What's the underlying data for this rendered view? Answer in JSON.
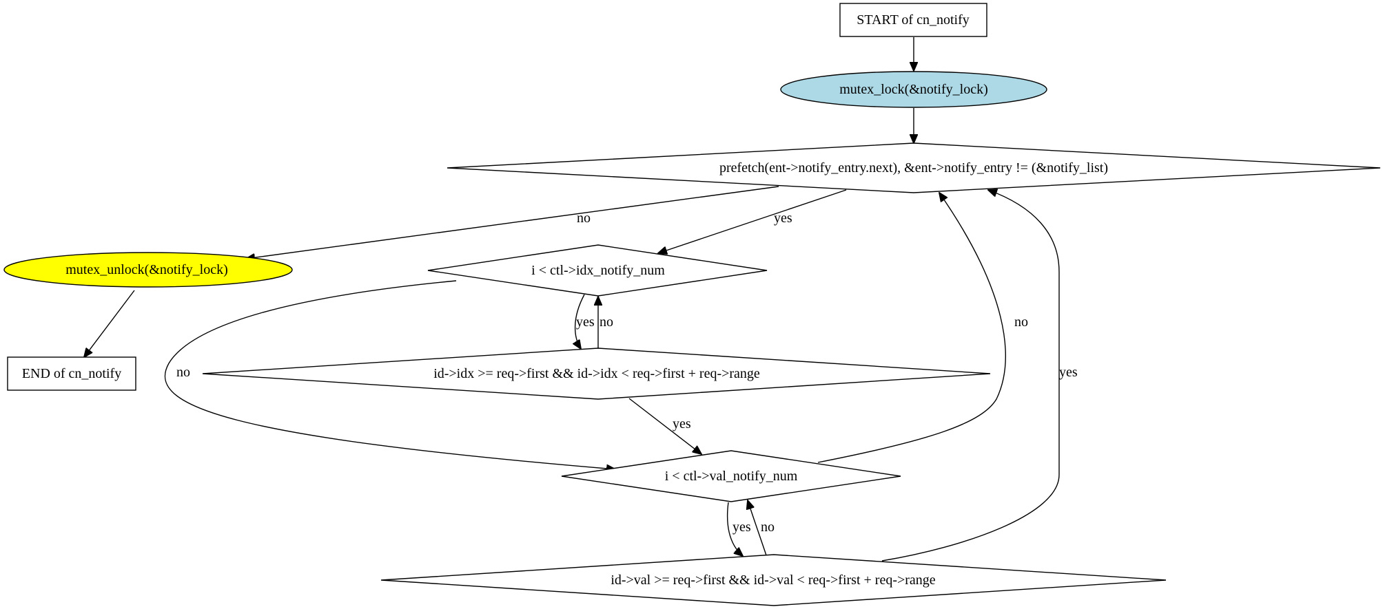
{
  "nodes": {
    "start": {
      "label": "START of cn_notify"
    },
    "lock": {
      "label": "mutex_lock(&notify_lock)",
      "fill": "#add8e6"
    },
    "loop_cond": {
      "label": "prefetch(ent->notify_entry.next), &ent->notify_entry != (&notify_list)"
    },
    "unlock": {
      "label": "mutex_unlock(&notify_lock)",
      "fill": "#ffff00"
    },
    "end": {
      "label": "END of cn_notify"
    },
    "idx_loop": {
      "label": "i < ctl->idx_notify_num"
    },
    "idx_cond": {
      "label": "id->idx >= req->first && id->idx < req->first + req->range"
    },
    "val_loop": {
      "label": "i < ctl->val_notify_num"
    },
    "val_cond": {
      "label": "id->val >= req->first && id->val < req->first + req->range"
    }
  },
  "edges": {
    "loop_no": {
      "label": "no"
    },
    "loop_yes": {
      "label": "yes"
    },
    "idx_loop_yes": {
      "label": "yes"
    },
    "idx_cond_no": {
      "label": "no"
    },
    "idx_loop_no": {
      "label": "no"
    },
    "idx_cond_yes": {
      "label": "yes"
    },
    "val_loop_no": {
      "label": "no"
    },
    "val_loop_yes": {
      "label": "yes"
    },
    "val_cond_no": {
      "label": "no"
    },
    "val_cond_yes": {
      "label": "yes"
    }
  }
}
